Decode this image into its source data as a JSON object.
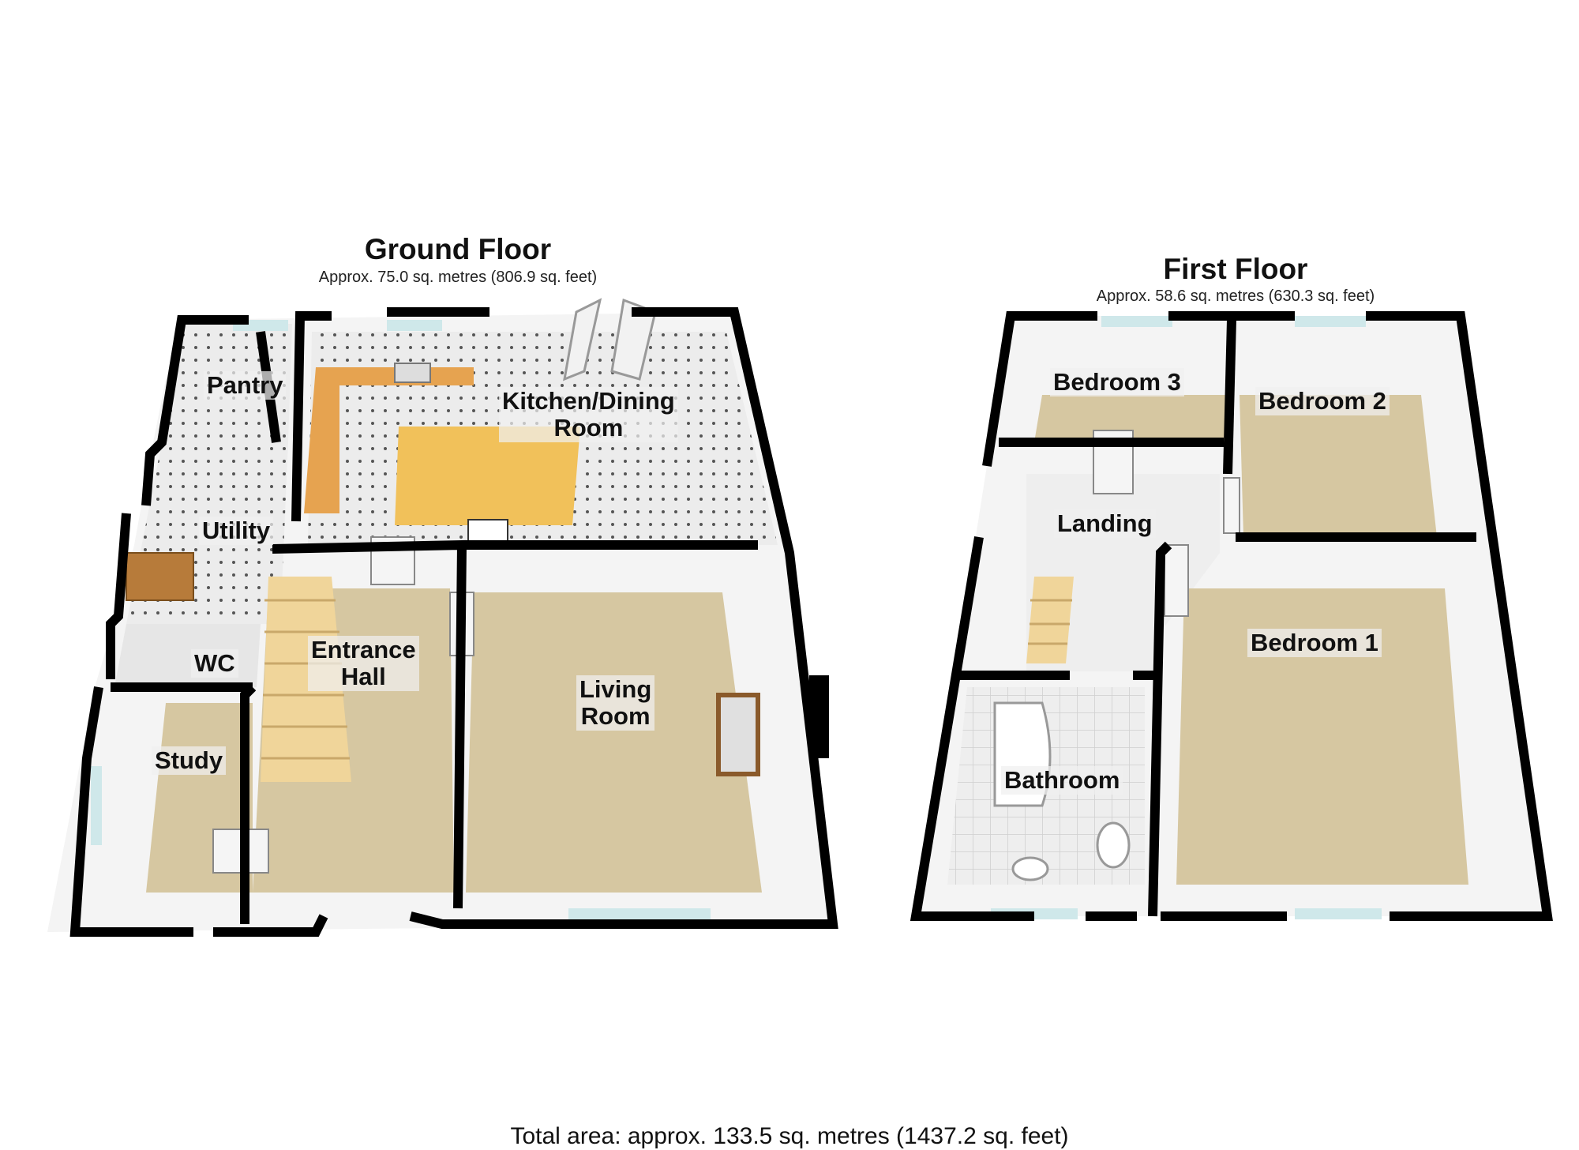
{
  "floors": [
    {
      "title": "Ground Floor",
      "area": "Approx. 75.0 sq. metres (806.9 sq. feet)",
      "rooms": [
        "Pantry",
        "Kitchen/Dining\nRoom",
        "Utility",
        "WC",
        "Entrance\nHall",
        "Living\nRoom",
        "Study"
      ]
    },
    {
      "title": "First Floor",
      "area": "Approx. 58.6 sq. metres (630.3 sq. feet)",
      "rooms": [
        "Bedroom 3",
        "Bedroom 2",
        "Landing",
        "Bedroom 1",
        "Bathroom"
      ]
    }
  ],
  "total_area": "Total area: approx. 133.5 sq. metres (1437.2 sq. feet)",
  "colors": {
    "wall": "#000000",
    "carpet": "#d6c7a1",
    "tile": "#e9e9e9",
    "worktop": "#e6a350",
    "island": "#f1c15a",
    "window": "#cfe8ea"
  }
}
